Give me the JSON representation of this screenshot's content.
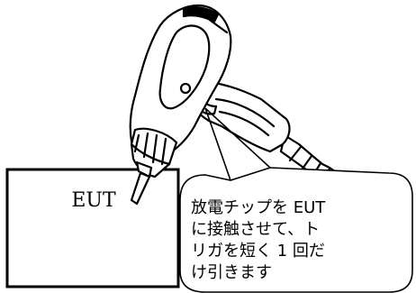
{
  "eut_box": {
    "label": "EUT"
  },
  "callout": {
    "lines": [
      "放電チップを EUT",
      "に接触させて、ト",
      "リガを短く 1 回だ",
      "け引きます"
    ]
  },
  "colors": {
    "stroke": "#000000",
    "background": "#ffffff"
  }
}
